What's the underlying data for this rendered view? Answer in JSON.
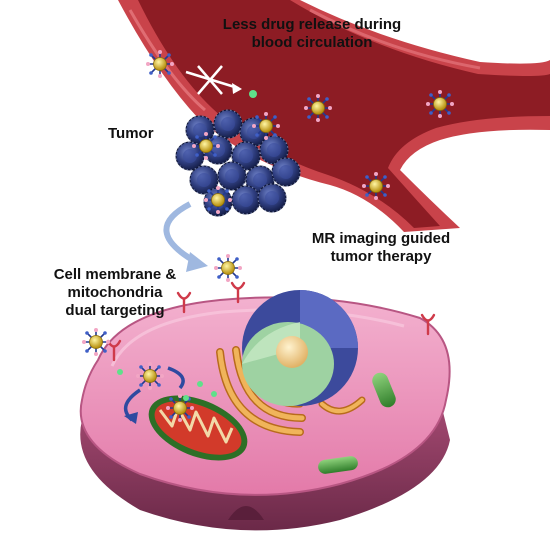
{
  "captions": {
    "release": [
      "Less drug release during",
      "blood circulation"
    ],
    "tumor": "Tumor",
    "mr": [
      "MR imaging guided",
      "tumor therapy"
    ],
    "targeting": [
      "Cell membrane &",
      "mitochondria",
      "dual targeting"
    ]
  },
  "colors": {
    "vessel_outer": "#c9434a",
    "vessel_inner": "#8d1c24",
    "tumor_cell": "#2d3b7a",
    "cell_body": "#e889b4",
    "nucleus": "#3c4a9c",
    "mitochondria": "#d23a2a",
    "golgi": "#e2a145",
    "organelle_green": "#4ea23e",
    "nanoparticle": "#f1d12a"
  },
  "icons": {
    "nanoparticle": "nanoparticle-icon",
    "receptor": "receptor-icon",
    "blocked_release": "cross-arrow-icon",
    "delivery_arrow": "curved-arrow-icon"
  }
}
